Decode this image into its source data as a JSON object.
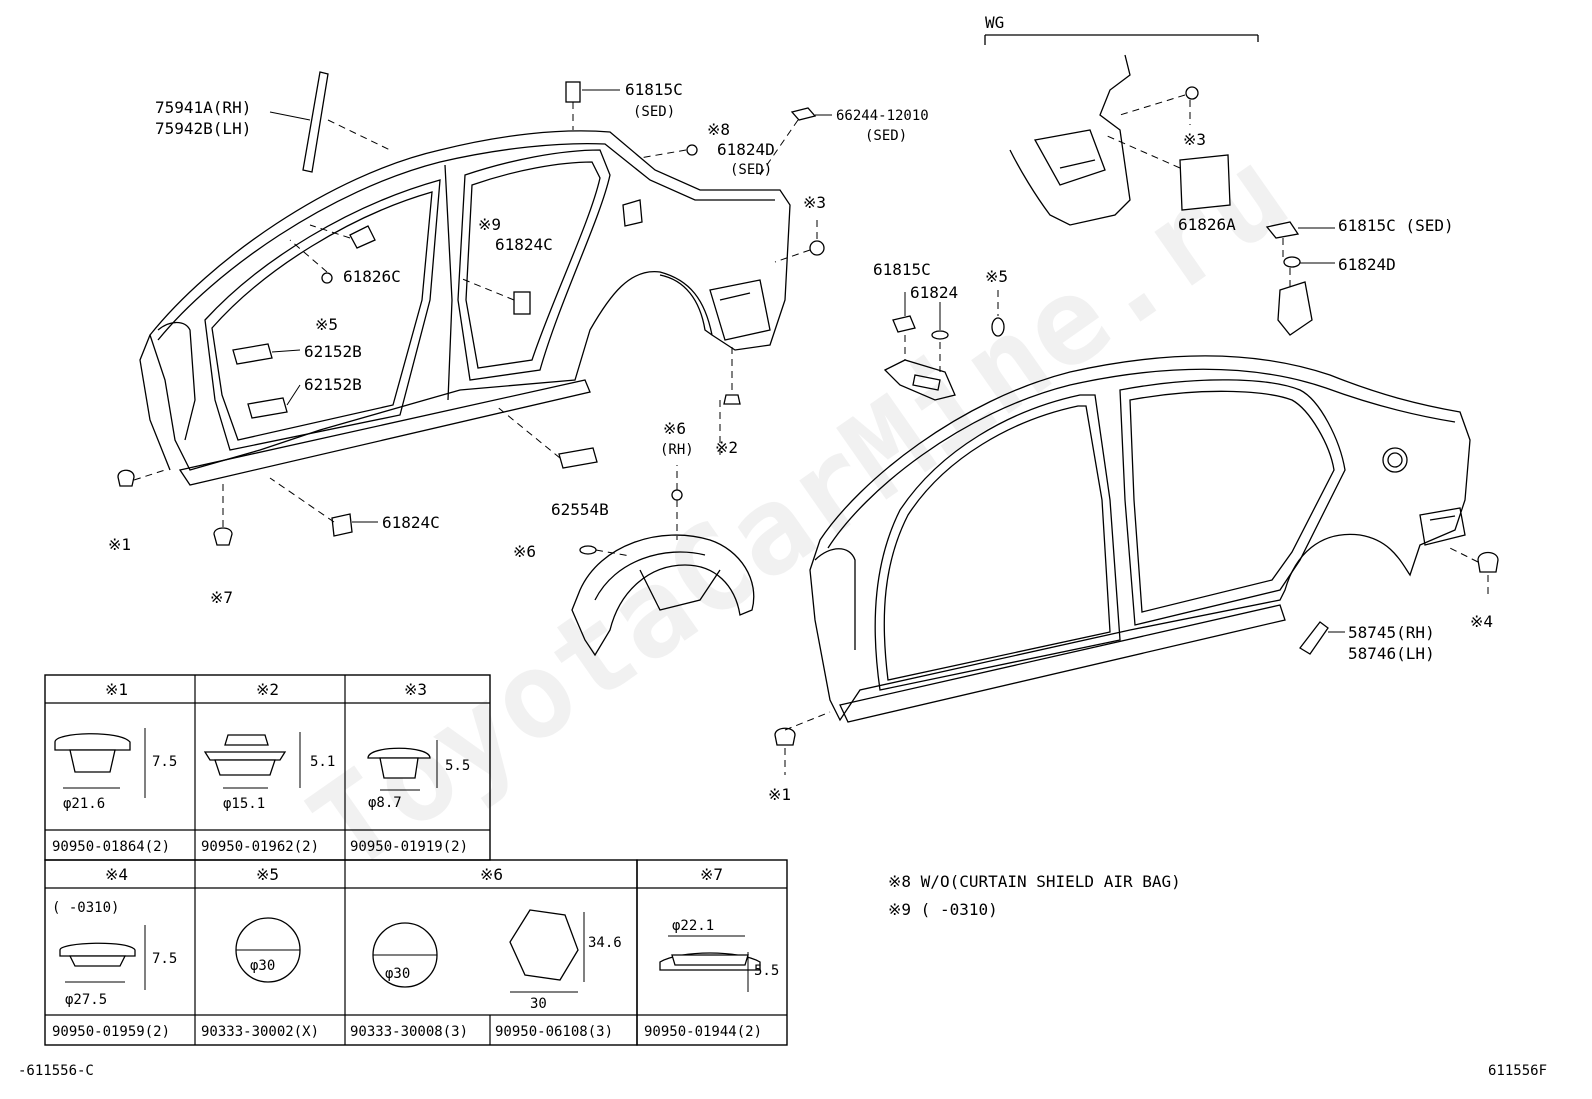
{
  "watermark": "ToyotaCarMine.ru",
  "labels": {
    "p75941": "75941A(RH)",
    "p75942": "75942B(LH)",
    "p61815c_top": "61815C",
    "sed1": "(SED)",
    "p66244": "66244-12010",
    "sed2": "(SED)",
    "note8": "※8",
    "p61824d": "61824D",
    "sed3": "(SED)",
    "note3a": "※3",
    "note9": "※9",
    "p61824c_a": "61824C",
    "p61826c": "61826C",
    "note5a": "※5",
    "p62152b_a": "62152B",
    "p62152b_b": "62152B",
    "note2": "※2",
    "note6_rh": "※6",
    "rh": "(RH)",
    "p62554b": "62554B",
    "note1a": "※1",
    "p61824c_b": "61824C",
    "note7": "※7",
    "note6": "※6",
    "wg": "WG",
    "note3b": "※3",
    "p61826a": "61826A",
    "p61815c_sed": "61815C (SED)",
    "p61824d_r": "61824D",
    "p61815c_m": "61815C",
    "p61824": "61824",
    "note5b": "※5",
    "note4": "※4",
    "p58745": "58745(RH)",
    "p58746": "58746(LH)",
    "note1b": "※1",
    "legend8": "※8 W/O(CURTAIN SHIELD AIR BAG)",
    "legend9": "※9 (       -0310)",
    "ref_left": "-611556-C",
    "ref_right": "611556F"
  },
  "table": {
    "row1": [
      {
        "head": "※1",
        "dims": [
          "7.5",
          "φ21.6"
        ],
        "part": "90950-01864(2)"
      },
      {
        "head": "※2",
        "dims": [
          "5.1",
          "φ15.1"
        ],
        "part": "90950-01962(2)"
      },
      {
        "head": "※3",
        "dims": [
          "5.5",
          "φ8.7"
        ],
        "part": "90950-01919(2)"
      }
    ],
    "row2": [
      {
        "head": "※4",
        "note": "(       -0310)",
        "dims": [
          "7.5",
          "φ27.5"
        ],
        "part": "90950-01959(2)"
      },
      {
        "head": "※5",
        "dims": [
          "φ30"
        ],
        "part": "90333-30002(X)"
      },
      {
        "head": "※6",
        "dims": [
          "φ30",
          "34.6",
          "30"
        ],
        "part_a": "90333-30008(3)",
        "part_b": "90950-06108(3)"
      },
      {
        "head": "※7",
        "dims": [
          "φ22.1",
          "5.5"
        ],
        "part": "90950-01944(2)"
      }
    ]
  }
}
